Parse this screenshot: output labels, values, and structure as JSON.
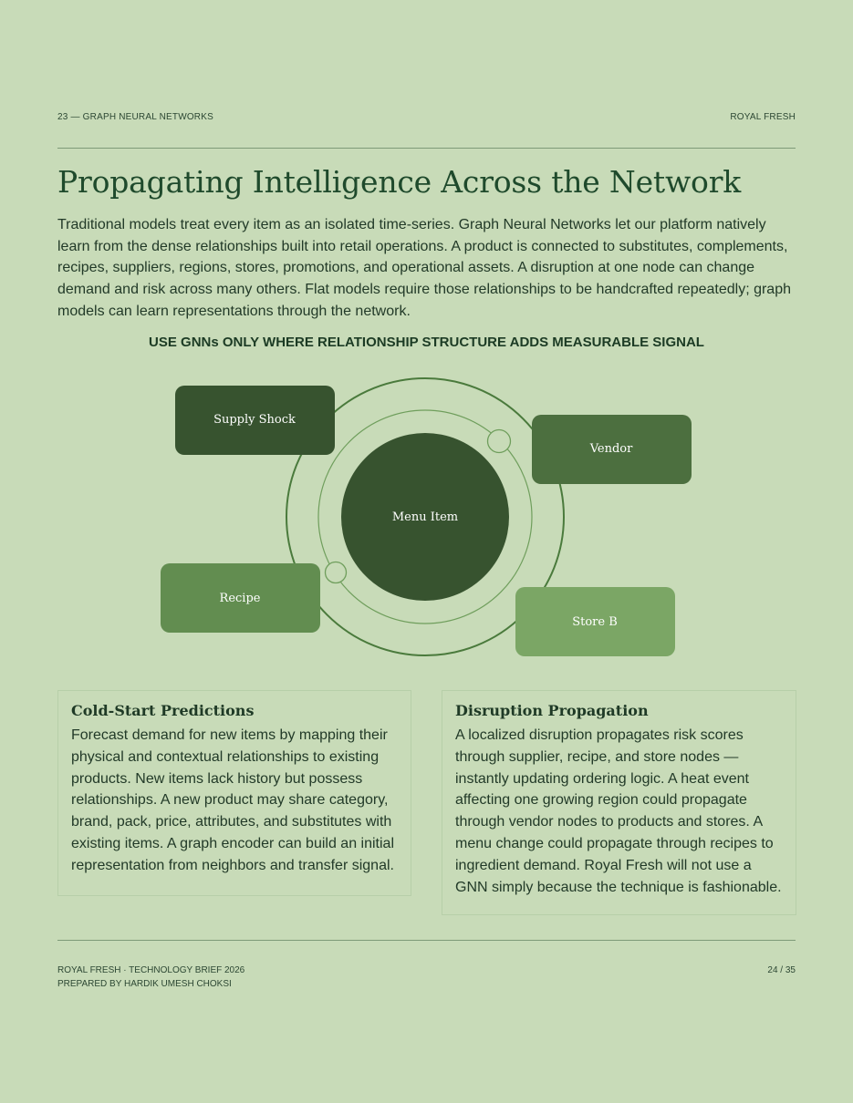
{
  "header": {
    "section": "23 — GRAPH NEURAL NETWORKS",
    "brand": "ROYAL FRESH"
  },
  "title": "Propagating Intelligence Across the Network",
  "intro": "Traditional models treat every item as an isolated time-series. Graph Neural Networks let our platform natively learn from the dense relationships built into retail operations. A product is connected to substitutes, complements, recipes, suppliers, regions, stores, promotions, and operational assets. A disruption at one node can change demand and risk across many others. Flat models require those relationships to be handcrafted repeatedly; graph models can learn representations through the network.",
  "section_heading": "USE GNNs ONLY WHERE RELATIONSHIP STRUCTURE ADDS MEASURABLE SIGNAL",
  "diagram": {
    "center": "Menu Item",
    "nodes": {
      "supply_shock": "Supply Shock",
      "vendor": "Vendor",
      "recipe": "Recipe",
      "store_b": "Store B"
    },
    "colors": {
      "dark": "#37532f",
      "mid_dark": "#4c6f3f",
      "mid": "#628d50",
      "light": "#7ba665",
      "ring": "#4a7a3c"
    }
  },
  "cards": {
    "cold_start": {
      "title": "Cold-Start Predictions",
      "body": "Forecast demand for new items by mapping their physical and contextual relationships to existing products. New items lack history but possess relationships. A new product may share category, brand, pack, price, attributes, and substitutes with existing items. A graph encoder can build an initial representation from neighbors and transfer signal."
    },
    "disruption": {
      "title": "Disruption Propagation",
      "body": "A localized disruption propagates risk scores through supplier, recipe, and store nodes — instantly updating ordering logic. A heat event affecting one growing region could propagate through vendor nodes to products and stores. A menu change could propagate through recipes to ingredient demand. Royal Fresh will not use a GNN simply because the technique is fashionable."
    }
  },
  "footer": {
    "line1": "ROYAL FRESH · TECHNOLOGY BRIEF 2026",
    "line2": "PREPARED BY HARDIK UMESH CHOKSI",
    "page": "24 / 35"
  }
}
